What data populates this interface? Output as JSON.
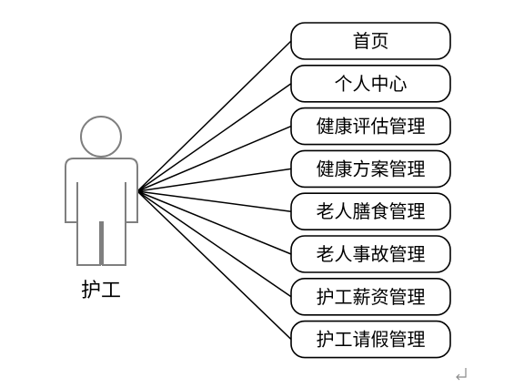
{
  "actor": {
    "label": "护工",
    "icon": "person-icon"
  },
  "functions": [
    "首页",
    "个人中心",
    "健康评估管理",
    "健康方案管理",
    "老人膳食管理",
    "老人事故管理",
    "护工薪资管理",
    "护工请假管理"
  ],
  "colors": {
    "line": "#000000",
    "actor_outline": "#7f7f7f",
    "box_fill": "#ffffff"
  }
}
